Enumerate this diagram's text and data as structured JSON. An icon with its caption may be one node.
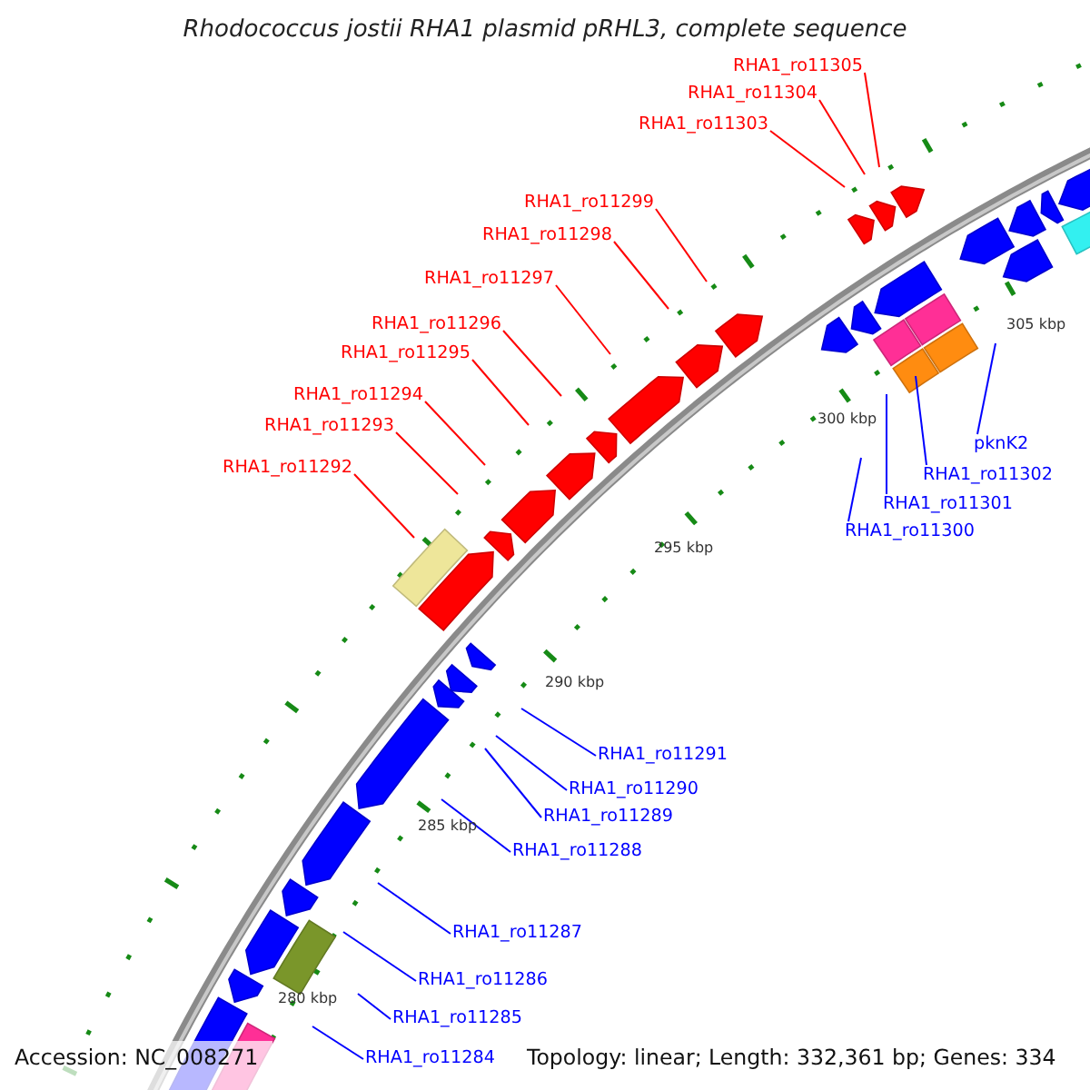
{
  "diagram": {
    "title": "Rhodococcus jostii RHA1 plasmid pRHL3, complete sequence",
    "nodes": [
      {
        "text": [
          "RHA1_ro11305"
        ]
      },
      {
        "text": [
          "RHA1_ro11304"
        ]
      },
      {
        "text": [
          "RHA1_ro11303"
        ]
      },
      {
        "text": [
          "RHA1_ro11299"
        ]
      },
      {
        "text": [
          "RHA1_ro11298"
        ]
      },
      {
        "text": [
          "RHA1_ro11297"
        ]
      },
      {
        "text": [
          "RHA1_ro11296"
        ]
      },
      {
        "text": [
          "RHA1_ro11295"
        ]
      },
      {
        "text": [
          "RHA1_ro11294"
        ]
      },
      {
        "text": [
          "RHA1_ro11293"
        ]
      },
      {
        "text": [
          "RHA1_ro11292"
        ]
      },
      {
        "text": [
          "pknK2"
        ]
      },
      {
        "text": [
          "RHA1_ro11302"
        ]
      },
      {
        "text": [
          "RHA1_ro11301"
        ]
      },
      {
        "text": [
          "RHA1_ro11300"
        ]
      },
      {
        "text": [
          "RHA1_ro11291"
        ]
      },
      {
        "text": [
          "RHA1_ro11290"
        ]
      },
      {
        "text": [
          "RHA1_ro11289"
        ]
      },
      {
        "text": [
          "RHA1_ro11288"
        ]
      },
      {
        "text": [
          "RHA1_ro11287"
        ]
      },
      {
        "text": [
          "RHA1_ro11286"
        ]
      },
      {
        "text": [
          "RHA1_ro11285"
        ]
      },
      {
        "text": [
          "RHA1_ro11284"
        ]
      }
    ],
    "edges": [
      {
        "from": 0,
        "to": null,
        "arrow": "none",
        "color": "#ff0000"
      },
      {
        "from": 1,
        "to": null,
        "arrow": "none",
        "color": "#ff0000"
      },
      {
        "from": 2,
        "to": null,
        "arrow": "none",
        "color": "#ff0000"
      },
      {
        "from": 3,
        "to": null,
        "arrow": "none",
        "color": "#ff0000"
      },
      {
        "from": 4,
        "to": null,
        "arrow": "none",
        "color": "#ff0000"
      },
      {
        "from": 5,
        "to": null,
        "arrow": "none",
        "color": "#ff0000"
      },
      {
        "from": 6,
        "to": null,
        "arrow": "none",
        "color": "#ff0000"
      },
      {
        "from": 7,
        "to": null,
        "arrow": "none",
        "color": "#ff0000"
      },
      {
        "from": 8,
        "to": null,
        "arrow": "none",
        "color": "#ff0000"
      },
      {
        "from": 9,
        "to": null,
        "arrow": "none",
        "color": "#ff0000"
      },
      {
        "from": 10,
        "to": null,
        "arrow": "none",
        "color": "#ff0000"
      },
      {
        "from": 11,
        "to": null,
        "arrow": "none"
      },
      {
        "from": 12,
        "to": null,
        "arrow": "none"
      },
      {
        "from": 13,
        "to": null,
        "arrow": "none"
      },
      {
        "from": 14,
        "to": null,
        "arrow": "none"
      },
      {
        "from": 15,
        "to": null,
        "arrow": "none"
      },
      {
        "from": 16,
        "to": null,
        "arrow": "none"
      },
      {
        "from": 17,
        "to": null,
        "arrow": "none"
      },
      {
        "from": 18,
        "to": null,
        "arrow": "none"
      },
      {
        "from": 19,
        "to": null,
        "arrow": "none"
      },
      {
        "from": 20,
        "to": null,
        "arrow": "none"
      },
      {
        "from": 21,
        "to": null,
        "arrow": "none"
      },
      {
        "from": 22,
        "to": null,
        "arrow": "none"
      }
    ],
    "labels": [
      "305 kbp",
      "300 kbp",
      "295 kbp",
      "290 kbp",
      "285 kbp",
      "280 kbp",
      "Accession: NC_008271",
      "Topology: linear; Length: 332,361 bp; Genes: 334"
    ]
  }
}
